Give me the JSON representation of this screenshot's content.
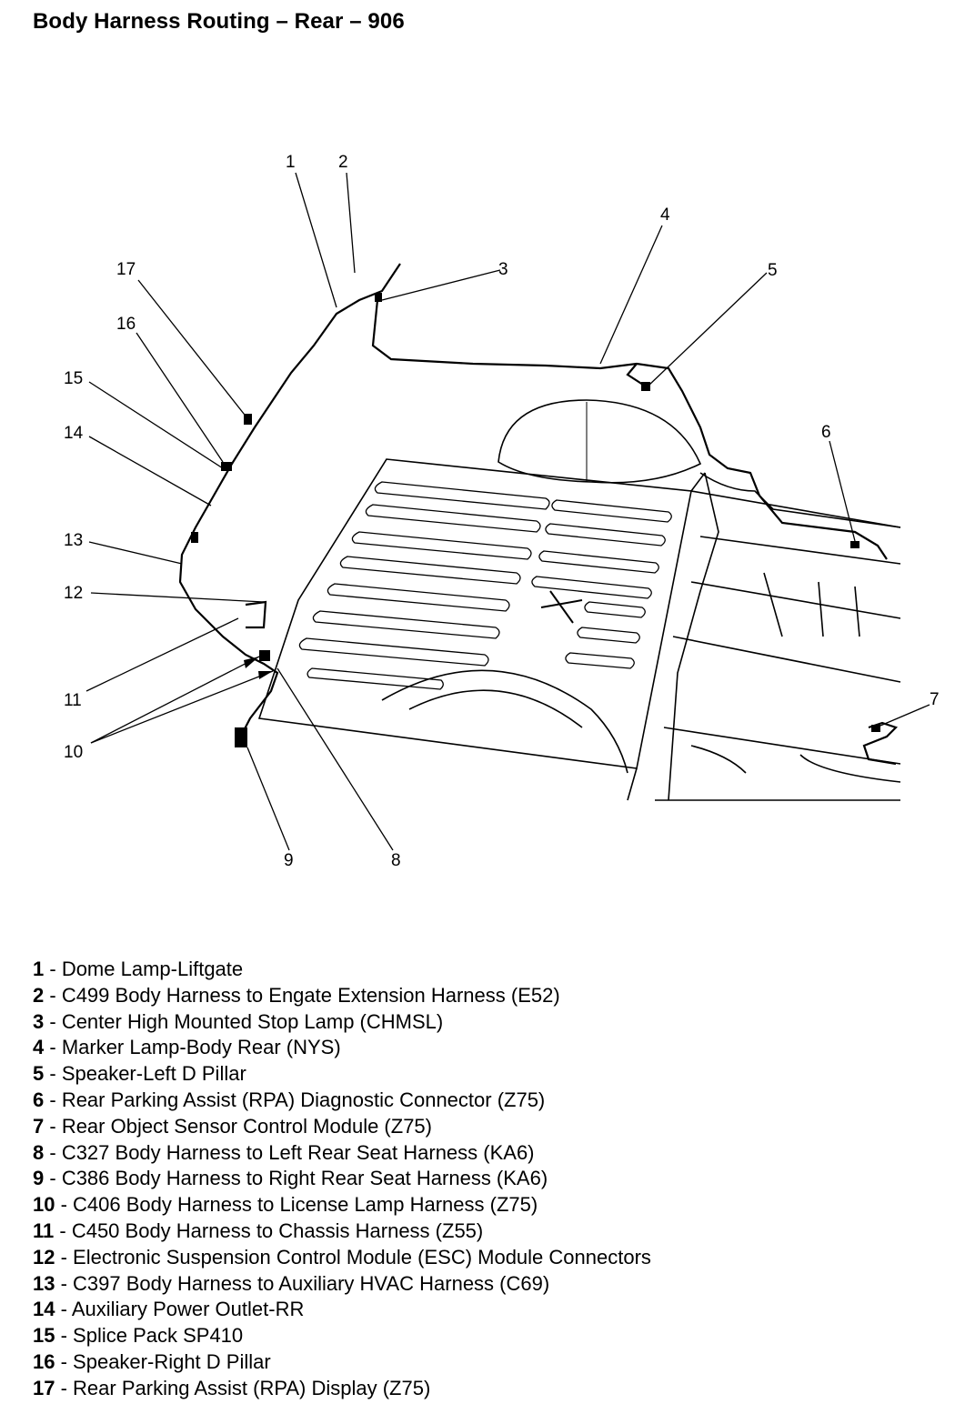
{
  "title": "Body Harness Routing – Rear – 906",
  "callouts": [
    {
      "id": "c1",
      "text": "1"
    },
    {
      "id": "c2",
      "text": "2"
    },
    {
      "id": "c3",
      "text": "3"
    },
    {
      "id": "c4",
      "text": "4"
    },
    {
      "id": "c5",
      "text": "5"
    },
    {
      "id": "c6",
      "text": "6"
    },
    {
      "id": "c7",
      "text": "7"
    },
    {
      "id": "c8",
      "text": "8"
    },
    {
      "id": "c9",
      "text": "9"
    },
    {
      "id": "c10",
      "text": "10"
    },
    {
      "id": "c11",
      "text": "11"
    },
    {
      "id": "c12",
      "text": "12"
    },
    {
      "id": "c13",
      "text": "13"
    },
    {
      "id": "c14",
      "text": "14"
    },
    {
      "id": "c15",
      "text": "15"
    },
    {
      "id": "c16",
      "text": "16"
    },
    {
      "id": "c17",
      "text": "17"
    }
  ],
  "legend": [
    {
      "num": "1",
      "label": "Dome Lamp-Liftgate"
    },
    {
      "num": "2",
      "label": "C499 Body Harness to Engate Extension Harness (E52)"
    },
    {
      "num": "3",
      "label": "Center High Mounted Stop Lamp (CHMSL)"
    },
    {
      "num": "4",
      "label": "Marker Lamp-Body Rear (NYS)"
    },
    {
      "num": "5",
      "label": "Speaker-Left D Pillar"
    },
    {
      "num": "6",
      "label": "Rear Parking Assist (RPA) Diagnostic Connector (Z75)"
    },
    {
      "num": "7",
      "label": "Rear Object Sensor Control Module (Z75)"
    },
    {
      "num": "8",
      "label": "C327 Body Harness to Left Rear Seat Harness (KA6)"
    },
    {
      "num": "9",
      "label": "C386 Body Harness to Right Rear Seat Harness (KA6)"
    },
    {
      "num": "10",
      "label": "C406 Body Harness to License Lamp Harness (Z75)"
    },
    {
      "num": "11",
      "label": "C450 Body Harness to Chassis Harness (Z55)"
    },
    {
      "num": "12",
      "label": "Electronic Suspension Control Module (ESC) Module Connectors"
    },
    {
      "num": "13",
      "label": "C397 Body Harness to Auxiliary HVAC Harness (C69)"
    },
    {
      "num": "14",
      "label": "Auxiliary Power Outlet-RR"
    },
    {
      "num": "15",
      "label": "Splice Pack SP410"
    },
    {
      "num": "16",
      "label": "Speaker-Right D Pillar"
    },
    {
      "num": "17",
      "label": "Rear Parking Assist (RPA) Display (Z75)"
    }
  ],
  "separator": " - "
}
